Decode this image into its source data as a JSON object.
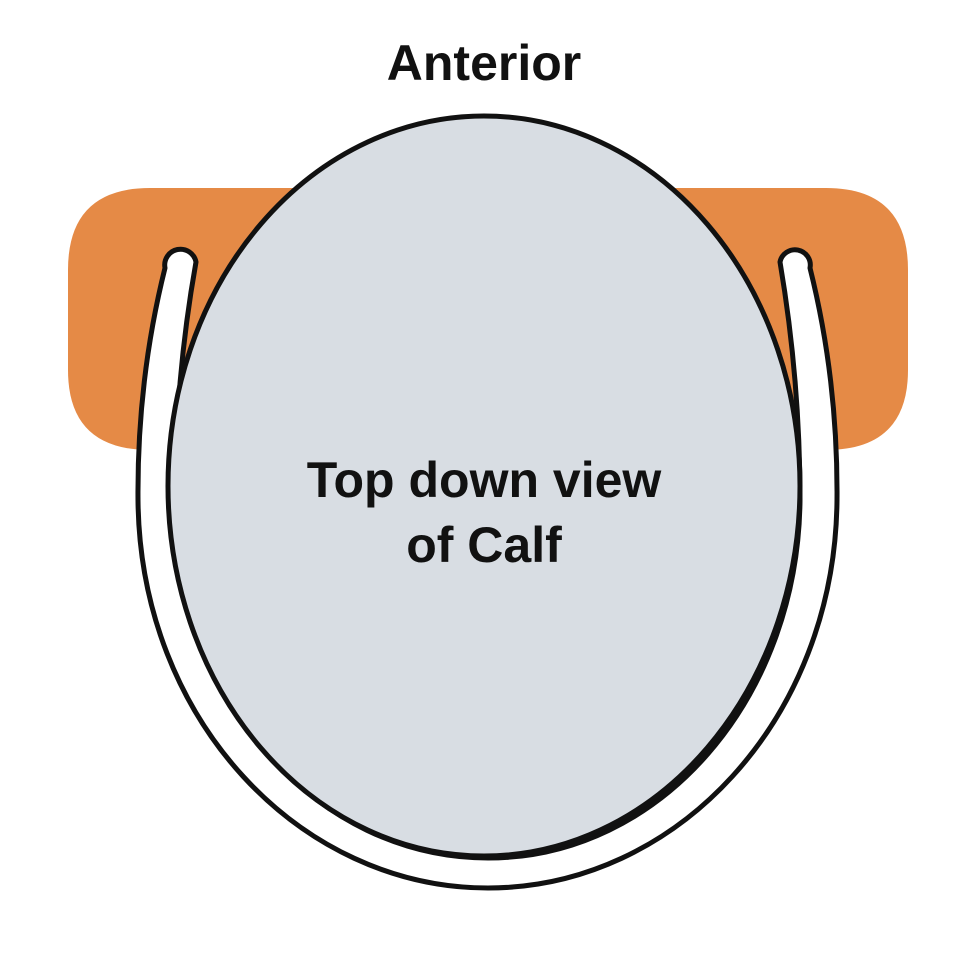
{
  "labels": {
    "top": "Anterior",
    "center_line1": "Top down view",
    "center_line2": "of Calf"
  },
  "colors": {
    "background": "#ffffff",
    "splint_pad": "#e58a46",
    "calf_fill": "#d8dde3",
    "outline": "#111111",
    "strap_fill": "#ffffff",
    "text": "#111111"
  }
}
